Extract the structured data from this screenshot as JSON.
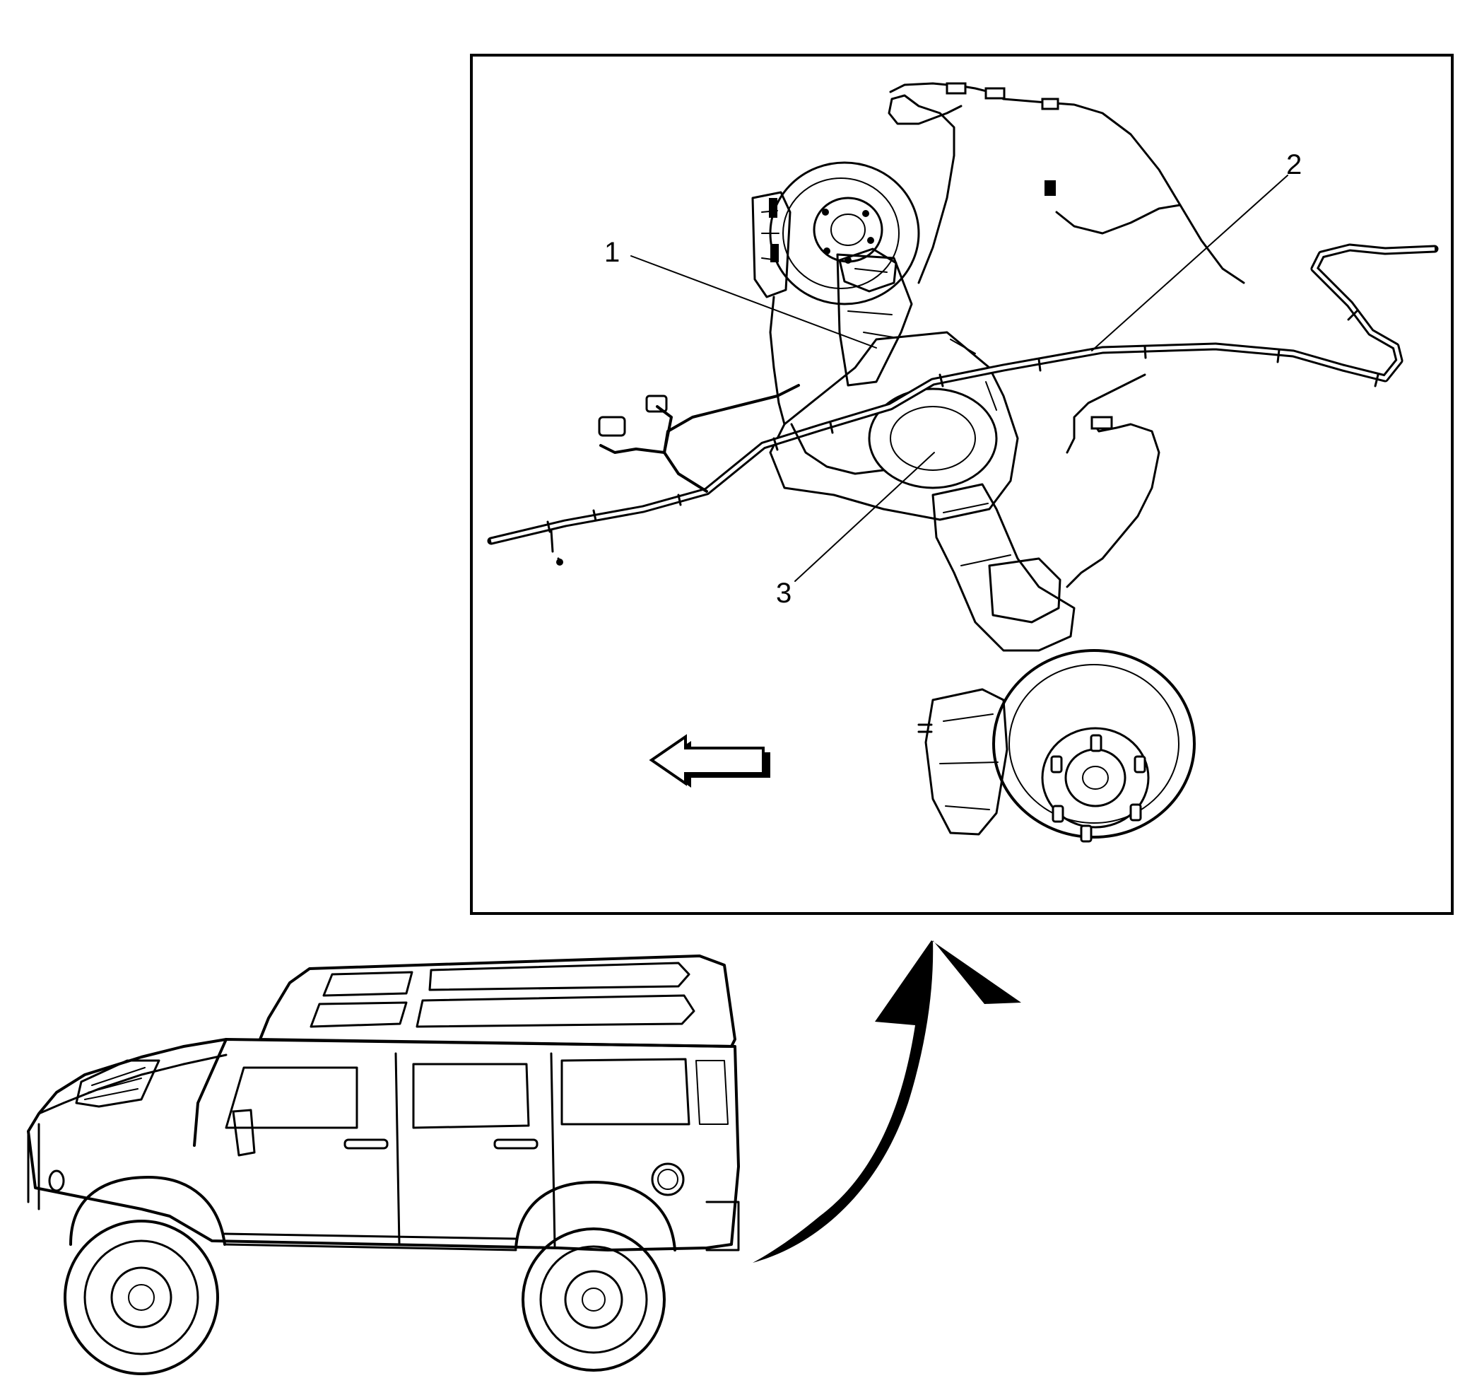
{
  "figure": {
    "callouts": [
      {
        "id": "1",
        "label": "1"
      },
      {
        "id": "2",
        "label": "2"
      },
      {
        "id": "3",
        "label": "3"
      }
    ],
    "icons": {
      "direction_arrow": "left-arrow-icon",
      "transition_arrow": "curved-arrow-icon",
      "vehicle": "suv-vehicle-icon"
    },
    "colors": {
      "line": "#000000",
      "background": "#ffffff"
    }
  }
}
